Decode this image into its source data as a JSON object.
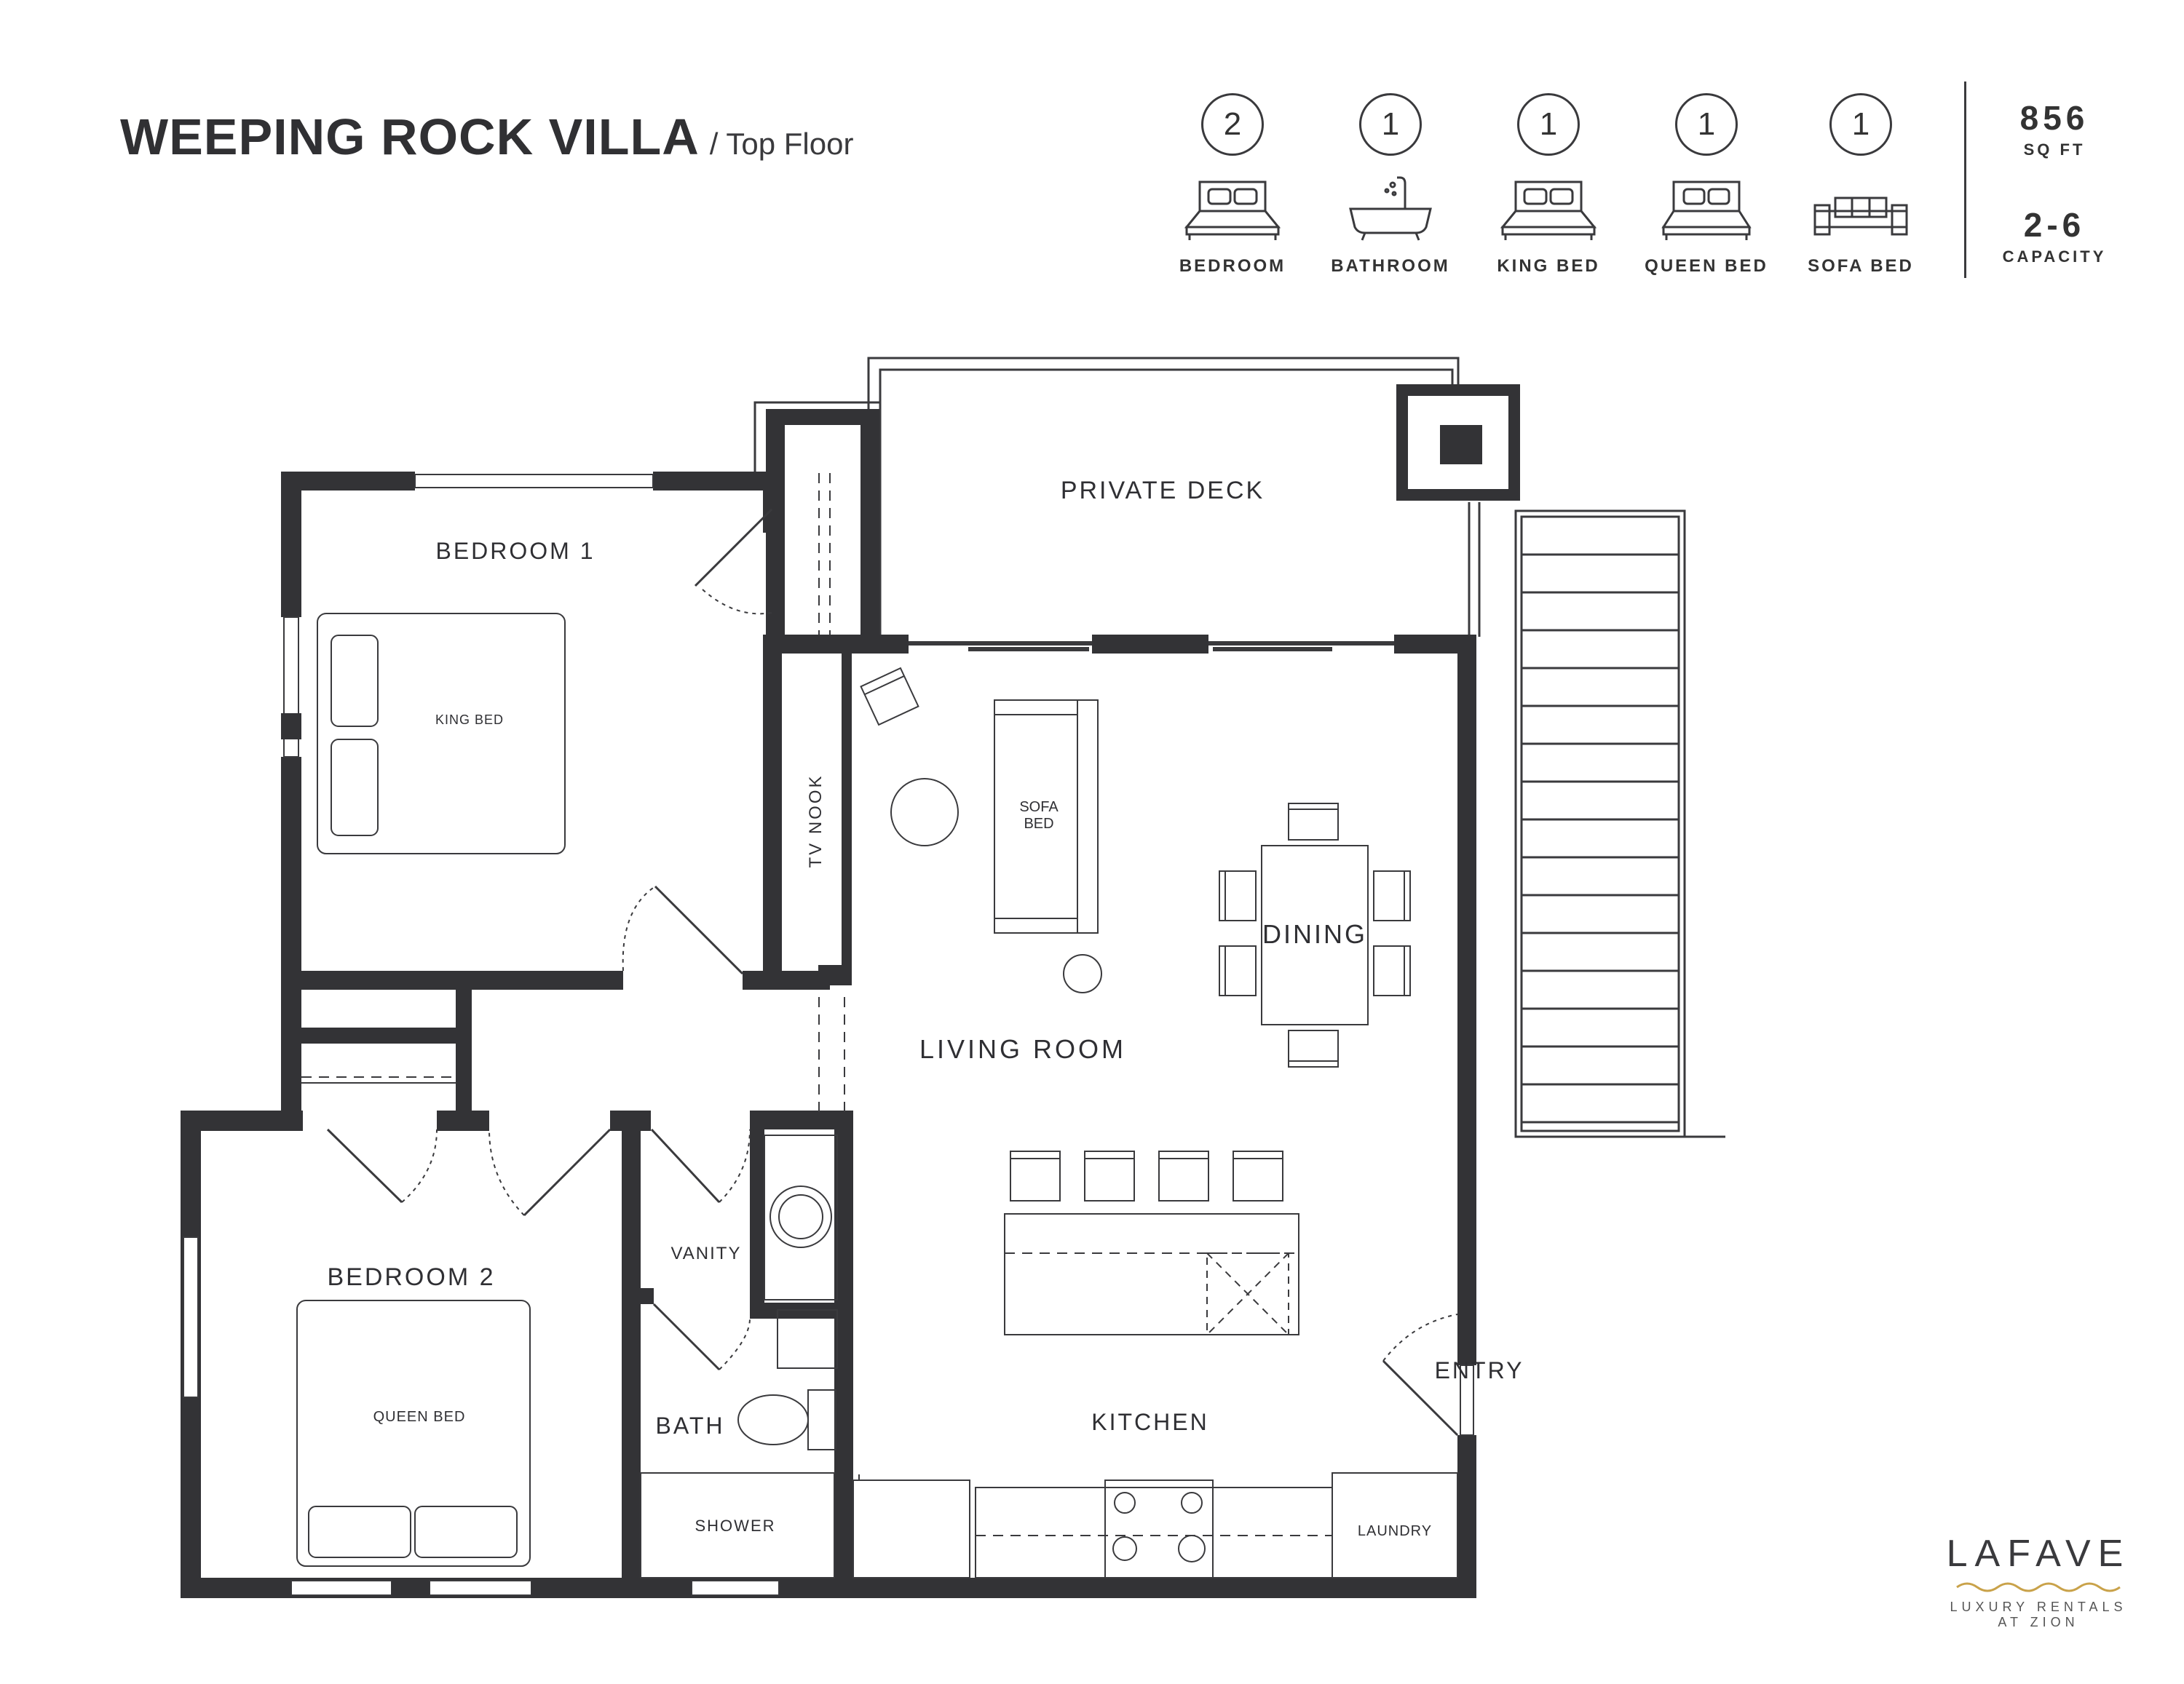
{
  "header": {
    "title": "WEEPING ROCK VILLA",
    "subtitle": "/ Top Floor"
  },
  "stats": [
    {
      "count": "2",
      "label": "BEDROOM",
      "icon": "bed-icon"
    },
    {
      "count": "1",
      "label": "BATHROOM",
      "icon": "bathtub-icon"
    },
    {
      "count": "1",
      "label": "KING BED",
      "icon": "king-bed-icon"
    },
    {
      "count": "1",
      "label": "QUEEN BED",
      "icon": "queen-bed-icon"
    },
    {
      "count": "1",
      "label": "SOFA BED",
      "icon": "sofa-icon"
    }
  ],
  "area": {
    "value": "856",
    "unit": "SQ FT"
  },
  "capacity": {
    "value": "2-6",
    "unit": "CAPACITY"
  },
  "rooms": {
    "private_deck": "PRIVATE DECK",
    "bedroom1": "BEDROOM 1",
    "king_bed": "KING BED",
    "tv_nook": "TV NOOK",
    "sofa_bed_line1": "SOFA",
    "sofa_bed_line2": "BED",
    "dining": "DINING",
    "living_room": "LIVING ROOM",
    "bedroom2": "BEDROOM 2",
    "queen_bed": "QUEEN BED",
    "vanity": "VANITY",
    "bath": "BATH",
    "shower": "SHOWER",
    "kitchen": "KITCHEN",
    "entry": "ENTRY",
    "laundry": "LAUNDRY"
  },
  "logo": {
    "name": "LAFAVE",
    "tagline1": "LUXURY RENTALS",
    "tagline2": "AT ZION",
    "wave_color": "#c9a24a"
  },
  "colors": {
    "wall": "#333336",
    "line": "#3a3a3d",
    "text": "#2f2f33"
  }
}
